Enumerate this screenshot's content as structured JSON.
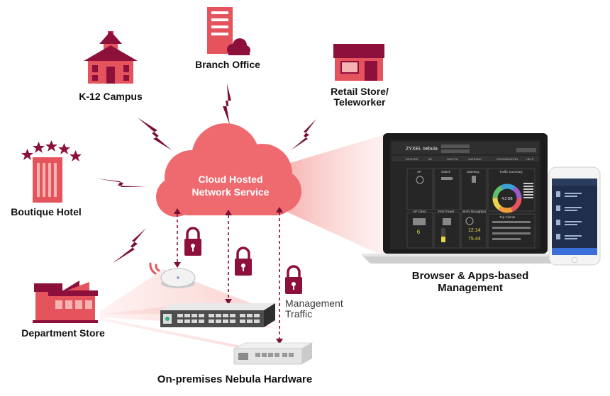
{
  "sites": {
    "k12": "K-12 Campus",
    "branch": "Branch Office",
    "retail_line1": "Retail Store/",
    "retail_line2": "Teleworker",
    "hotel": "Boutique Hotel",
    "dept": "Department Store"
  },
  "cloud": {
    "line1": "Cloud Hosted",
    "line2": "Network Service"
  },
  "management": {
    "line1": "Management",
    "line2": "Traffic"
  },
  "hardware_label": "On-premises Nebula Hardware",
  "browser_label_line1": "Browser & Apps-based",
  "browser_label_line2": "Management",
  "dashboard": {
    "brand": "ZYXEL nebula",
    "tabs": [
      "DEVICES",
      "AP",
      "SWITCH",
      "GATEWAY",
      "ORGANIZATION",
      "HELP"
    ],
    "panel_ap": "AP",
    "panel_switch": "Switch",
    "panel_gateway": "Gateway",
    "panel_traffic": "Traffic Summary",
    "panel_apclient": "AP Client",
    "panel_poe": "PoE Power",
    "panel_wan": "WAN throughput",
    "panel_topclients": "Top Clients",
    "donut_value": "4.3 GB",
    "wan_up": "12.14",
    "wan_down": "75.44",
    "apclient_count": "6"
  },
  "colors": {
    "accent": "#e5545d",
    "accent_dark": "#8c0f3c",
    "cloud": "#ee6a6f",
    "beam": "#f9c9c5",
    "laptop": "#1b1b1b"
  }
}
